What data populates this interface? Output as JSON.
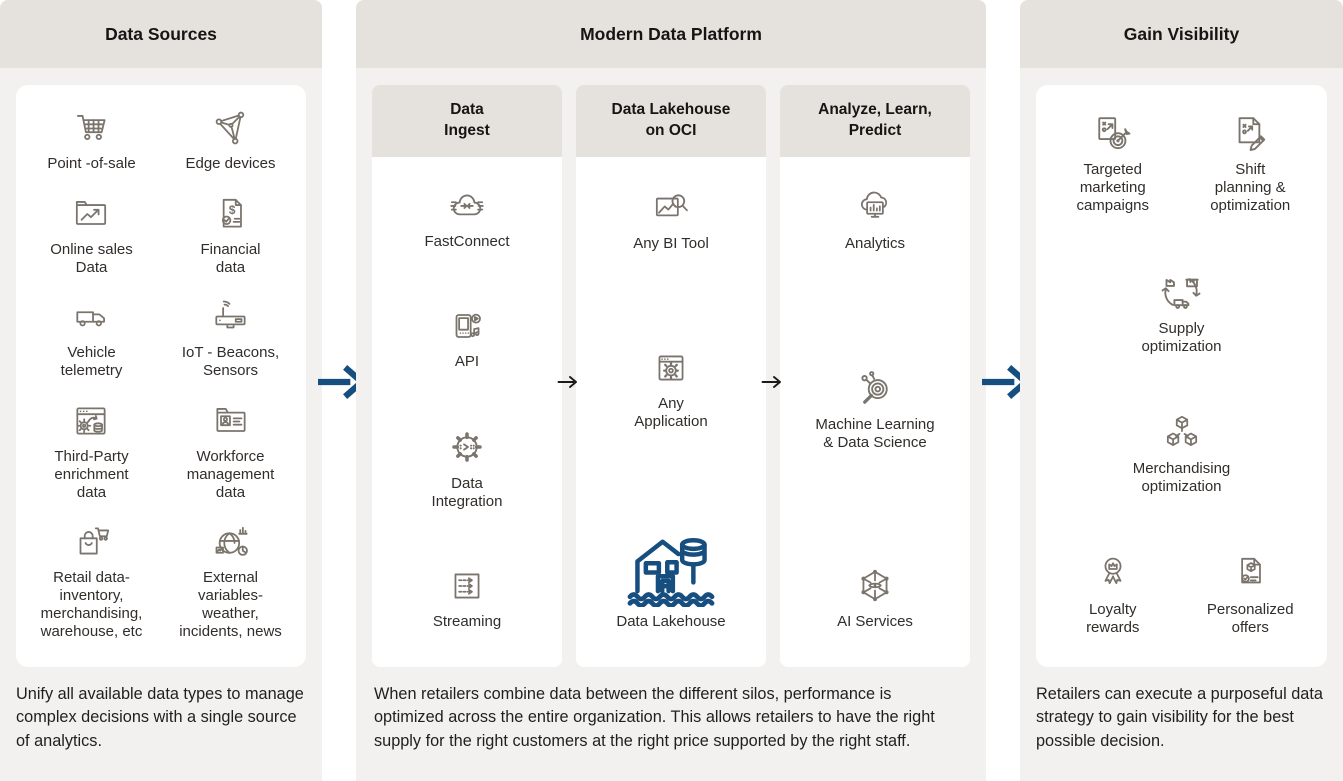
{
  "colors": {
    "accent_blue": "#174e80",
    "header_bg": "#e5e2dd",
    "panel_bg": "#f2f1ef",
    "icon_gray": "#7a746c",
    "card_bg": "#ffffff"
  },
  "arrows": {
    "main_flow": [
      "right-arrow-blue",
      "right-arrow-blue"
    ],
    "sub_flow": [
      "right-arrow-small",
      "right-arrow-small"
    ]
  },
  "columns": {
    "sources": {
      "title": "Data Sources",
      "items": [
        {
          "label": "Point -of-sale",
          "icon": "cart-icon"
        },
        {
          "label": "Edge devices",
          "icon": "edge-network-icon"
        },
        {
          "label": "Online sales\nData",
          "icon": "folder-chart-icon"
        },
        {
          "label": "Financial\ndata",
          "icon": "invoice-check-icon"
        },
        {
          "label": "Vehicle\ntelemetry",
          "icon": "van-icon"
        },
        {
          "label": "IoT - Beacons,\nSensors",
          "icon": "iot-router-icon"
        },
        {
          "label": "Third-Party\nenrichment\ndata",
          "icon": "browser-gear-database-icon"
        },
        {
          "label": "Workforce\nmanagement\ndata",
          "icon": "folder-person-icon"
        },
        {
          "label": "Retail data-\ninventory,\nmerchandising,\nwarehouse, etc",
          "icon": "bag-cart-icon"
        },
        {
          "label": "External\nvariables-\nweather,\nincidents, news",
          "icon": "globe-charts-icon"
        }
      ],
      "caption": "Unify all available data types to manage complex decisions with a single source of analytics."
    },
    "platform": {
      "title": "Modern Data Platform",
      "subcolumns": [
        {
          "title": "Data\nIngest",
          "items": [
            {
              "label": "FastConnect",
              "icon": "fastconnect-cloud-icon"
            },
            {
              "label": "API",
              "icon": "api-device-icon"
            },
            {
              "label": "Data\nIntegration",
              "icon": "gear-data-icon"
            },
            {
              "label": "Streaming",
              "icon": "stream-arrows-icon"
            }
          ]
        },
        {
          "title": "Data Lakehouse\non OCI",
          "items": [
            {
              "label": "Any BI Tool",
              "icon": "image-magnifier-icon"
            },
            {
              "label": "Any\nApplication",
              "icon": "browser-gear-icon"
            },
            {
              "label": "Data Lakehouse",
              "icon": "lakehouse-icon"
            }
          ]
        },
        {
          "title": "Analyze, Learn,\nPredict",
          "items": [
            {
              "label": "Analytics",
              "icon": "cloud-monitor-icon"
            },
            {
              "label": "Machine Learning\n& Data Science",
              "icon": "magnifier-nodes-icon"
            },
            {
              "label": "AI Services",
              "icon": "hexagon-eye-icon"
            }
          ]
        }
      ],
      "caption": "When retailers combine data between the different silos, performance is optimized across the entire organization. This allows retailers to have the right supply for the right customers at the right price supported by the right staff."
    },
    "visibility": {
      "title": "Gain Visibility",
      "items": [
        {
          "label": "Targeted\nmarketing\ncampaigns",
          "icon": "strategy-target-icon"
        },
        {
          "label": "Shift\nplanning &\noptimization",
          "icon": "doc-pencil-icon"
        },
        {
          "label": "Supply\noptimization",
          "icon": "supply-cycle-icon"
        },
        {
          "label": "Merchandising\noptimization",
          "icon": "cubes-icon"
        },
        {
          "label": "Loyalty\nrewards",
          "icon": "medal-icon"
        },
        {
          "label": "Personalized\noffers",
          "icon": "doc-cube-check-icon"
        }
      ],
      "caption": "Retailers can execute a purposeful data strategy to gain visibility for the best possible decision."
    }
  }
}
